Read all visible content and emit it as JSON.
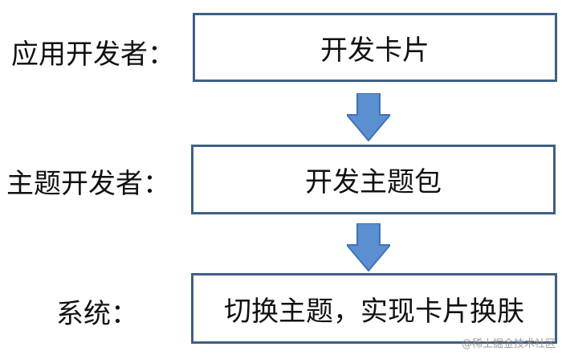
{
  "labels": {
    "app_dev": "应用开发者：",
    "theme_dev": "主题开发者：",
    "system": "系统："
  },
  "boxes": {
    "develop_card": "开发卡片",
    "develop_theme_pack": "开发主题包",
    "switch_theme": "切换主题，实现卡片换肤"
  },
  "watermark": "@稀土掘金技术社区",
  "colors": {
    "box_border": "#3f5f85",
    "arrow_fill": "#5b8fcf",
    "arrow_stroke": "#3f73b8"
  }
}
